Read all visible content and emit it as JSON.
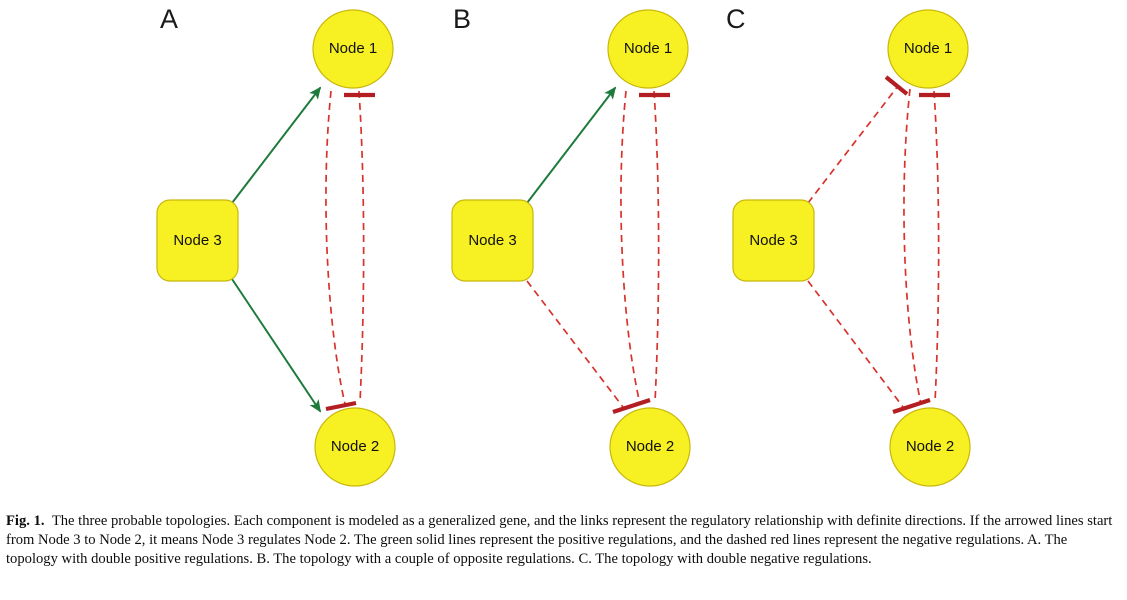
{
  "figure": {
    "colors": {
      "node_fill": "#F7F022",
      "node_stroke": "#C9B80A",
      "positive_edge": "#1E7B3C",
      "negative_edge": "#D7332B",
      "negative_edge_dark": "#B31E22",
      "text": "#111111",
      "background": "#FFFFFF"
    },
    "node_labels": {
      "node1": "Node 1",
      "node2": "Node 2",
      "node3": "Node 3"
    },
    "legend_semantics": {
      "positive": "green solid arrow = positive regulation",
      "negative": "red dashed blunt-end line = negative regulation"
    },
    "panels": [
      {
        "letter": "A",
        "title": "The topology with double positive regulations",
        "edges": [
          {
            "from": "Node 3",
            "to": "Node 1",
            "sign": "positive",
            "style": "solid-green-arrow"
          },
          {
            "from": "Node 3",
            "to": "Node 2",
            "sign": "positive",
            "style": "solid-green-arrow"
          },
          {
            "from": "Node 1",
            "to": "Node 2",
            "sign": "negative",
            "style": "dashed-red-tbar"
          },
          {
            "from": "Node 2",
            "to": "Node 1",
            "sign": "negative",
            "style": "dashed-red-tbar"
          }
        ]
      },
      {
        "letter": "B",
        "title": "The topology with a couple of opposite regulations",
        "edges": [
          {
            "from": "Node 3",
            "to": "Node 1",
            "sign": "positive",
            "style": "solid-green-arrow"
          },
          {
            "from": "Node 3",
            "to": "Node 2",
            "sign": "negative",
            "style": "dashed-red-tbar"
          },
          {
            "from": "Node 1",
            "to": "Node 2",
            "sign": "negative",
            "style": "dashed-red-tbar"
          },
          {
            "from": "Node 2",
            "to": "Node 1",
            "sign": "negative",
            "style": "dashed-red-tbar"
          }
        ]
      },
      {
        "letter": "C",
        "title": "The topology with double negative regulations",
        "edges": [
          {
            "from": "Node 3",
            "to": "Node 1",
            "sign": "negative",
            "style": "dashed-red-tbar"
          },
          {
            "from": "Node 3",
            "to": "Node 2",
            "sign": "negative",
            "style": "dashed-red-tbar"
          },
          {
            "from": "Node 1",
            "to": "Node 2",
            "sign": "negative",
            "style": "dashed-red-tbar"
          },
          {
            "from": "Node 2",
            "to": "Node 1",
            "sign": "negative",
            "style": "dashed-red-tbar"
          }
        ]
      }
    ]
  },
  "caption": {
    "label": "Fig. 1.",
    "text": "The three probable topologies. Each component is modeled as a generalized gene, and the links represent the regulatory relationship with definite directions. If the arrowed lines start from Node 3 to Node 2, it means Node 3 regulates Node 2. The green solid lines represent the positive regulations, and the dashed red lines represent the negative regulations. A. The topology with double positive regulations. B. The topology with a couple of opposite regulations. C. The topology with double negative regulations."
  }
}
